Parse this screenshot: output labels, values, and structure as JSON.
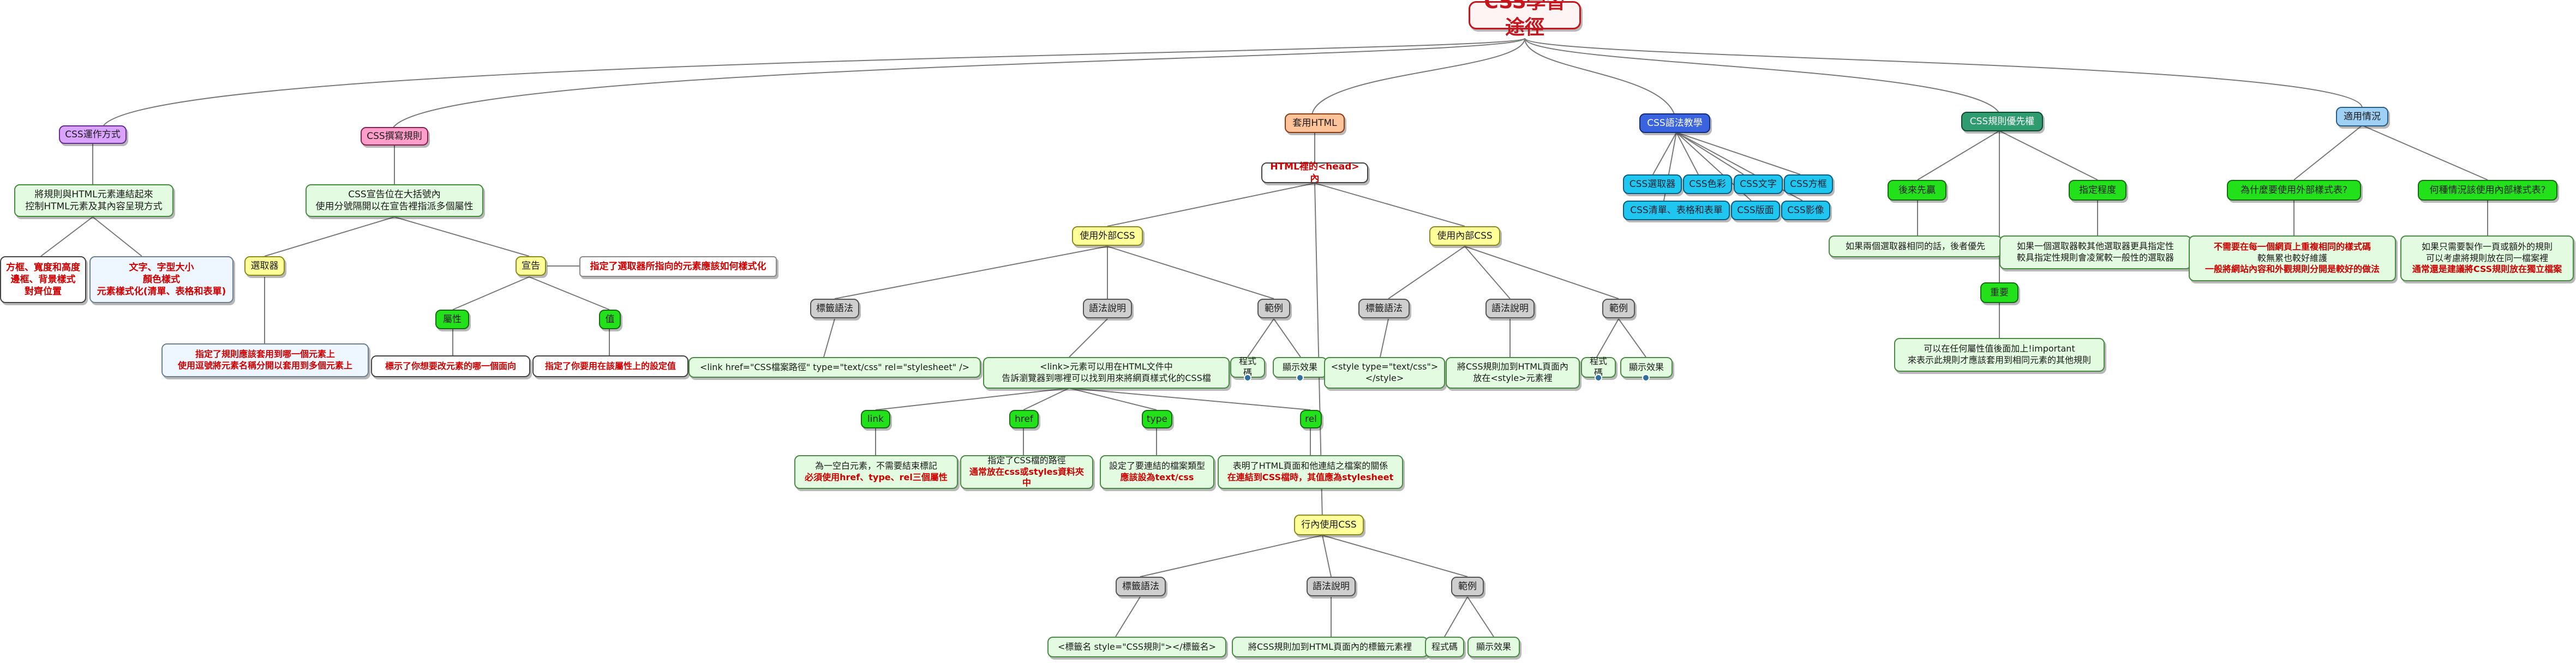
{
  "title": "CSS學習途徑",
  "branches": {
    "apply": "CSS運作方式",
    "rules": "CSS撰寫規則",
    "html": "套用HTML",
    "grammar": "CSS語法教學",
    "priority": "CSS規則優先權",
    "scenarios": "適用情況"
  },
  "apply": {
    "desc": "將規則與HTML元素連結起來\n控制HTML元素及其內容呈現方式",
    "box": "方框、寬度和高度\n邊框、背景樣式\n對齊位置",
    "text": "文字、字型大小\n顏色樣式\n元素樣式化(清單、表格和表單)"
  },
  "rules": {
    "desc": "CSS宣告位在大括號內\n使用分號隔開以在宣告裡指派多個屬性",
    "selector": "選取器",
    "declaration": "宣告",
    "declaration_note": "指定了選取器所指向的元素應該如何樣式化",
    "property": "屬性",
    "value": "值",
    "selector_note_1": "指定了規則應該套用到哪一個元素上",
    "selector_note_2": "使用逗號將元素名稱分開以套用到多個元素上",
    "property_note": "標示了你想要改元素的哪一個面向",
    "value_note": "指定了你要用在該屬性上的設定值"
  },
  "html": {
    "head": "HTML裡的<head>內",
    "external": "使用外部CSS",
    "internal": "使用內部CSS",
    "inline": "行內使用CSS",
    "tag_syntax": "標籤語法",
    "explain": "語法說明",
    "example": "範例",
    "ext_syntax": "<link href=\"CSS檔案路徑\" type=\"text/css\" rel=\"stylesheet\" />",
    "ext_explain": "<link>元素可以用在HTML文件中\n告訴瀏覽器到哪裡可以找到用來將網頁樣式化的CSS檔",
    "code": "程式碼",
    "display": "顯示效果",
    "link": "link",
    "href": "href",
    "type": "type",
    "rel": "rel",
    "link_desc": "為一空白元素，不需要結束標記",
    "link_desc_red": "必須使用href、type、rel三個屬性",
    "href_desc": "指定了CSS檔的路徑",
    "href_desc_red": "通常放在css或styles資料夾中",
    "type_desc": "設定了要連結的檔案類型",
    "type_desc_red": "應該設為text/css",
    "rel_desc": "表明了HTML頁面和他連結之檔案的關係",
    "rel_desc_red": "在連結到CSS檔時，其值應為stylesheet",
    "int_syntax": "<style type=\"text/css\">\n</style>",
    "int_explain": "將CSS規則加到HTML頁面內\n放在<style>元素裡",
    "inline_syntax": "<標籤名 style=\"CSS規則\"></標籤名>",
    "inline_explain": "將CSS規則加到HTML頁面內的標籤元素裡"
  },
  "grammar": {
    "items": [
      "CSS選取器",
      "CSS色彩",
      "CSS文字",
      "CSS方框",
      "CSS清單、表格和表單",
      "CSS版面",
      "CSS影像"
    ]
  },
  "priority": {
    "cascade": "後來先贏",
    "specific": "指定程度",
    "important": "重要",
    "cascade_note": "如果兩個選取器相同的話，後者優先",
    "specific_note": "如果一個選取器較其他選取器更具指定性\n較具指定性規則會凌駕較一般性的選取器",
    "important_note": "可以在任何屬性值後面加上!important\n來表示此規則才應該套用到相同元素的其他規則"
  },
  "scenarios": {
    "q1": "為什麼要使用外部樣式表?",
    "q2": "何種情況該使用內部樣式表?",
    "a1_1": "不需要在每一個網頁上重複相同的樣式碼",
    "a1_2": "較無累也較好維護",
    "a1_3": "一般將網站內容和外觀規則分開是較好的做法",
    "a2_1": "如果只需要製作一頁或額外的規則",
    "a2_2": "可以考慮將規則放在同一檔案裡",
    "a2_3": "通常還是建議將CSS規則放在獨立檔案"
  },
  "colors": {
    "title": "#c4161c",
    "connector": "#7a7a7a",
    "accent_red": "#d10000"
  }
}
